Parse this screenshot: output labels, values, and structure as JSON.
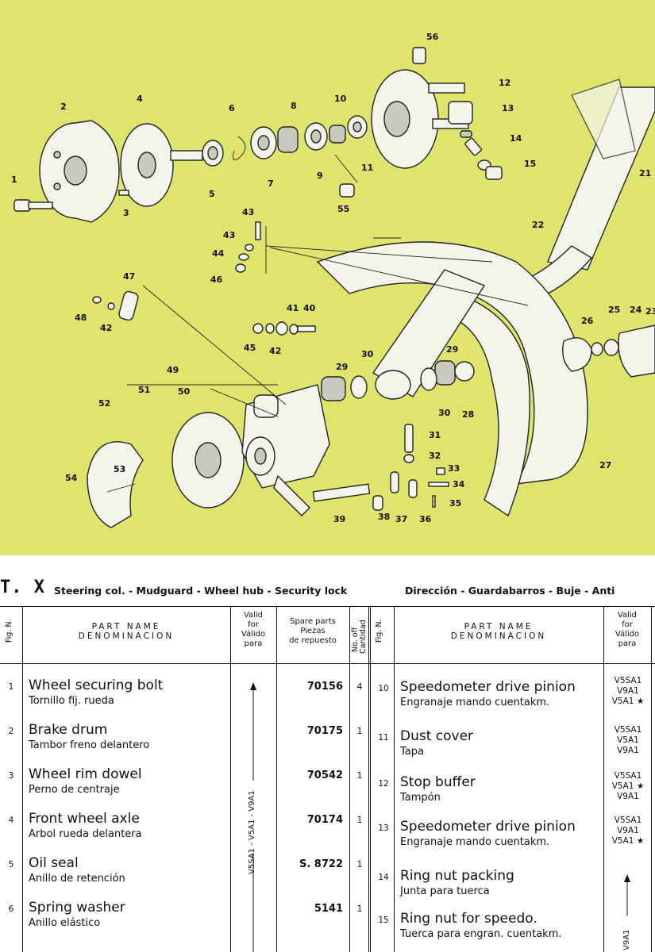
{
  "header": {
    "sheet_id": "T. X",
    "title_en": "Steering col. - Mudguard - Wheel hub - Security lock",
    "title_es": "Dirección - Guardabarros - Buje - Anti"
  },
  "columns": {
    "fig_no": "Fig. N.",
    "part_name_en": "PART NAME",
    "part_name_es": "DENOMINACION",
    "valid_en": "Valid",
    "valid_for": "for",
    "valid_es": "Válido",
    "valid_para": "para",
    "spare_en": "Spare parts",
    "spare_es": "Piezas",
    "spare_es2": "de repuesto",
    "qty_en": "No. off",
    "qty_es": "Cantidad"
  },
  "left_validity": "V5SA1 - V5A1 - V9A1",
  "left_rows": [
    {
      "fig": "1",
      "name_en": "Wheel securing bolt",
      "name_es": "Tornillo fij. rueda",
      "code": "70156",
      "qty": "4"
    },
    {
      "fig": "2",
      "name_en": "Brake drum",
      "name_es": "Tambor freno delantero",
      "code": "70175",
      "qty": "1"
    },
    {
      "fig": "3",
      "name_en": "Wheel rim dowel",
      "name_es": "Perno de centraje",
      "code": "70542",
      "qty": "1"
    },
    {
      "fig": "4",
      "name_en": "Front wheel axle",
      "name_es": "Arbol rueda delantera",
      "code": "70174",
      "qty": "1"
    },
    {
      "fig": "5",
      "name_en": "Oil seal",
      "name_es": "Anillo de retención",
      "code": "S. 8722",
      "qty": "1"
    },
    {
      "fig": "6",
      "name_en": "Spring washer",
      "name_es": "Anillo elástico",
      "code": "5141",
      "qty": "1"
    }
  ],
  "right_rows": [
    {
      "fig": "10",
      "name_en": "Speedometer drive pinion",
      "name_es": "Engranaje mando cuentakm.",
      "valid": [
        "V5SA1",
        "V9A1",
        "V5A1 ★"
      ]
    },
    {
      "fig": "11",
      "name_en": "Dust cover",
      "name_es": "Tapa",
      "valid": [
        "V5SA1",
        "V5A1",
        "V9A1"
      ]
    },
    {
      "fig": "12",
      "name_en": "Stop buffer",
      "name_es": "Tampón",
      "valid": [
        "V5SA1",
        "V5A1 ★",
        "V9A1"
      ]
    },
    {
      "fig": "13",
      "name_en": "Speedometer drive pinion",
      "name_es": "Engranaje mando cuentakm.",
      "valid": [
        "V5SA1",
        "V9A1",
        "V5A1 ★"
      ]
    },
    {
      "fig": "14",
      "name_en": "Ring nut packing",
      "name_es": "Junta para tuerca",
      "valid": [
        "",
        "",
        ""
      ]
    },
    {
      "fig": "15",
      "name_en": "Ring nut for speedo.",
      "name_es": "Tuerca para engran. cuentakm.",
      "valid": [
        "",
        "",
        ""
      ]
    }
  ],
  "right_validity_bottom": "V9A1",
  "callouts": [
    "1",
    "2",
    "3",
    "4",
    "5",
    "6",
    "7",
    "8",
    "9",
    "10",
    "11",
    "12",
    "13",
    "14",
    "15",
    "21",
    "22",
    "23",
    "24",
    "25",
    "26",
    "27",
    "28",
    "29",
    "29",
    "30",
    "30",
    "31",
    "32",
    "33",
    "34",
    "35",
    "36",
    "37",
    "38",
    "39",
    "40",
    "41",
    "42",
    "42",
    "43",
    "43",
    "44",
    "45",
    "46",
    "47",
    "48",
    "49",
    "50",
    "51",
    "52",
    "53",
    "54",
    "55",
    "56"
  ],
  "colors": {
    "diagram_bg": "#dfe46c",
    "ink": "#111111"
  }
}
